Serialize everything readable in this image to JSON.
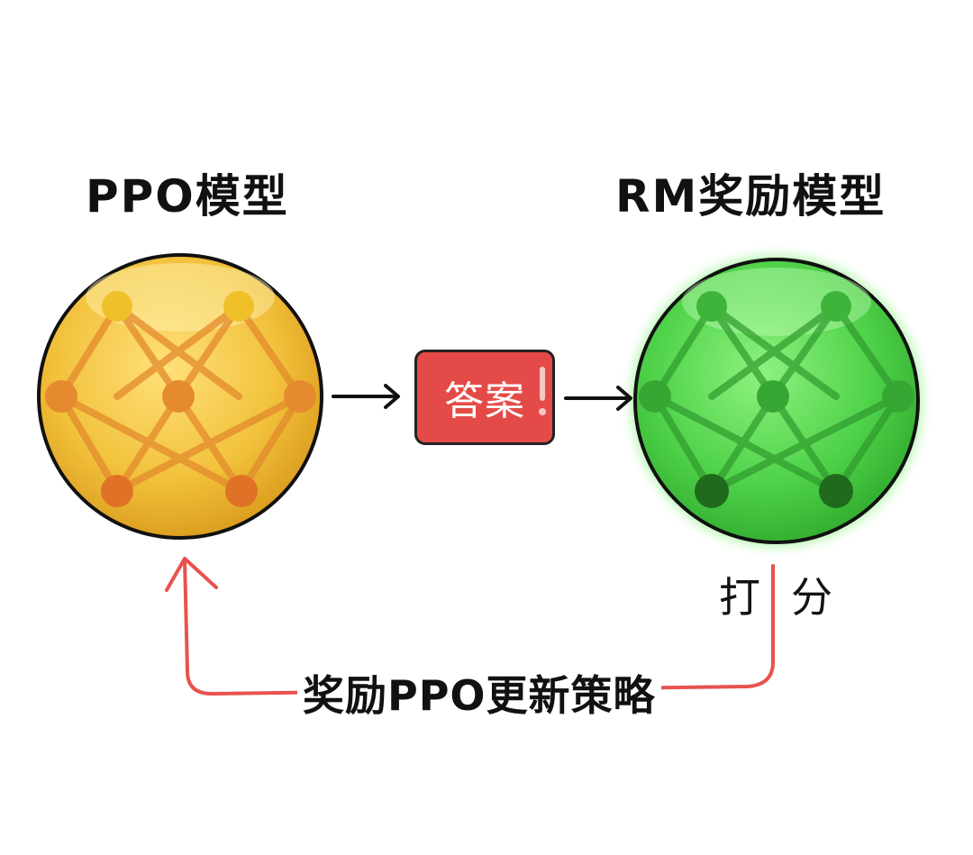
{
  "ppo_model": {
    "title": "PPO模型"
  },
  "rm_model": {
    "title": "RM奖励模型"
  },
  "answer": {
    "label": "答案"
  },
  "score": {
    "char1": "打",
    "char2": "分"
  },
  "feedback": {
    "label": "奖励PPO更新策略"
  },
  "colors": {
    "ppo_sphere": "#f2c23c",
    "ppo_nodes": "#e07a2a",
    "rm_sphere": "#4fd24a",
    "rm_nodes": "#2f9a2c",
    "answer_box": "#e44b48",
    "feedback_arrow": "#e8524e",
    "arrows": "#111111"
  }
}
